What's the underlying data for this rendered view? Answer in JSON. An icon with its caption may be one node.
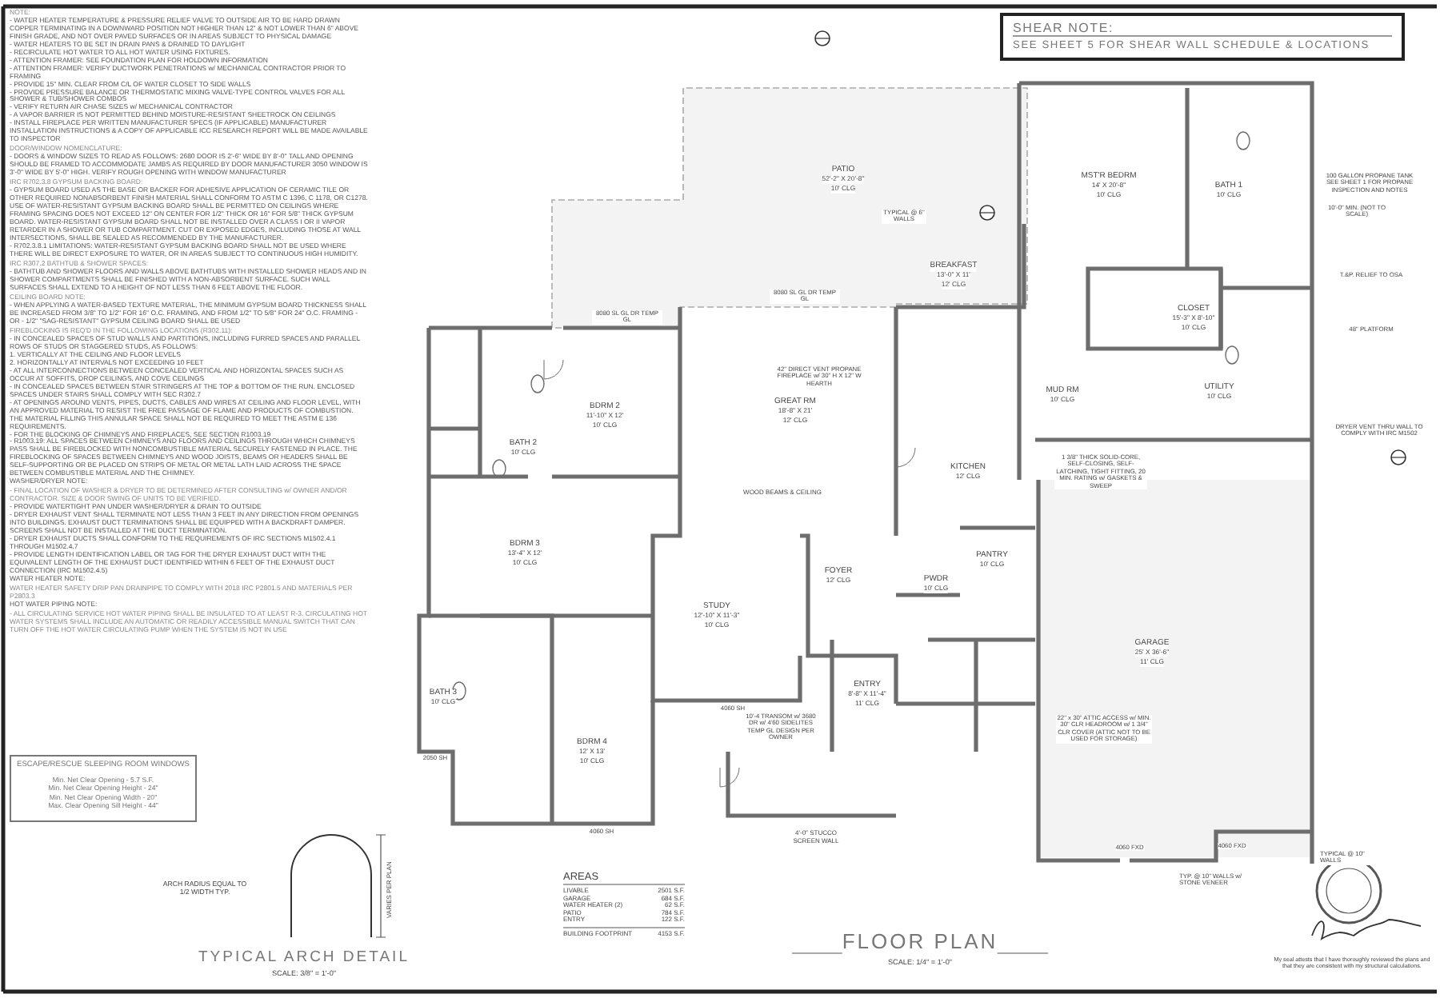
{
  "diagram": {
    "title": "FLOOR PLAN",
    "nodes": [
      {
        "text": [
          "SHEAR NOTE:",
          "SEE SHEET 5 FOR SHEAR WALL SCHEDULE & LOCATIONS"
        ]
      },
      {
        "text": [
          "ESCAPE/RESCUE SLEEPING ROOM WINDOWS",
          "Min. Net Clear Opening - 5.7 S.F.",
          "Min. Net Clear Opening Height - 24\"",
          "Min. Net Clear Opening Width - 20\"",
          "Max. Clear Opening Sill Height - 44\""
        ]
      }
    ],
    "labels": [
      "NOTE:",
      "- WATER HEATER TEMPERATURE & PRESSURE RELIEF VALVE TO OUTSIDE AIR TO BE HARD DRAWN COPPER TERMINATING IN A DOWNWARD POSITION NOT HIGHER THAN 12\" & NOT LOWER THAN 6\" ABOVE FINISH GRADE, AND NOT OVER PAVED SURFACES OR IN AREAS SUBJECT TO PHYSICAL DAMAGE",
      "- WATER HEATERS TO BE SET IN DRAIN PANS & DRAINED TO DAYLIGHT",
      "- RECIRCULATE HOT WATER TO ALL HOT WATER USING FIXTURES.",
      "- ATTENTION FRAMER: SEE FOUNDATION PLAN FOR HOLDOWN INFORMATION",
      "- ATTENTION FRAMER: VERIFY DUCTWORK PENETRATIONS w/ MECHANICAL CONTRACTOR PRIOR TO FRAMING",
      "- PROVIDE 15\" MIN. CLEAR FROM C/L OF WATER CLOSET TO SIDE WALLS",
      "- PROVIDE PRESSURE BALANCE OR THERMOSTATIC MIXING VALVE-TYPE CONTROL VALVES FOR ALL SHOWER & TUB/SHOWER COMBOS",
      "- VERIFY RETURN AIR CHASE SIZES w/ MECHANICAL CONTRACTOR",
      "- A VAPOR BARRIER IS NOT PERMITTED BEHIND MOISTURE-RESISTANT SHEETROCK ON CEILINGS",
      "- INSTALL FIREPLACE PER WRITTEN MANUFACTURER SPECS (IF APPLICABLE) MANUFACTURER INSTALLATION INSTRUCTIONS & A COPY OF APPLICABLE ICC RESEARCH REPORT WILL BE MADE AVAILABLE TO INSPECTOR",
      "DOOR/WINDOW NOMENCLATURE:",
      "- DOORS & WINDOW SIZES TO READ AS FOLLOWS: 2680 DOOR IS 2'-6\" WIDE BY 8'-0\" TALL AND OPENING SHOULD BE FRAMED TO ACCOMMODATE JAMBS AS REQUIRED BY DOOR MANUFACTURER 3050 WINDOW IS 3'-0\" WIDE BY 5'-0\" HIGH. VERIFY ROUGH OPENING WITH WINDOW MANUFACTURER",
      "IRC R702.3.8 GYPSUM BACKING BOARD:",
      "- GYPSUM BOARD USED AS THE BASE OR BACKER FOR ADHESIVE APPLICATION OF CERAMIC TILE OR OTHER REQUIRED NONABSORBENT FINISH MATERIAL SHALL CONFORM TO ASTM C 1396, C 1178, OR C1278. USE OF WATER-RESISTANT GYPSUM BACKING BOARD SHALL BE PERMITTED ON CEILINGS WHERE FRAMING SPACING DOES NOT EXCEED 12\" ON CENTER FOR 1/2\" THICK OR 16\" FOR 5/8\" THICK GYPSUM BOARD. WATER-RESISTANT GYPSUM BOARD SHALL NOT BE INSTALLED OVER A CLASS I OR II VAPOR RETARDER IN A SHOWER OR TUB COMPARTMENT. CUT OR EXPOSED EDGES, INCLUDING THOSE AT WALL INTERSECTIONS, SHALL BE SEALED AS RECOMMENDED BY THE MANUFACTURER.",
      "- R702.3.8.1 LIMITATIONS: WATER-RESISTANT GYPSUM BACKING BOARD SHALL NOT BE USED WHERE THERE WILL BE DIRECT EXPOSURE TO WATER, OR IN AREAS SUBJECT TO CONTINUOUS HIGH HUMIDITY.",
      "IRC R307.2 BATHTUB & SHOWER SPACES:",
      "- BATHTUB AND SHOWER FLOORS AND WALLS ABOVE BATHTUBS WITH INSTALLED SHOWER HEADS AND IN SHOWER COMPARTMENTS SHALL BE FINISHED WITH A NON-ABSORBENT SURFACE. SUCH WALL SURFACES SHALL EXTEND TO A HEIGHT OF NOT LESS THAN 6 FEET ABOVE THE FLOOR.",
      "CEILING BOARD NOTE:",
      "- WHEN APPLYING A WATER-BASED TEXTURE MATERIAL, THE MINIMUM GYPSUM BOARD THICKNESS SHALL BE INCREASED FROM 3/8\" TO 1/2\" FOR 16\" O.C. FRAMING, AND FROM 1/2\" TO 5/8\" FOR 24\" O.C. FRAMING - OR - 1/2\" \"SAG-RESISTANT\" GYPSUM CEILING BOARD SHALL BE USED",
      "FIREBLOCKING IS REQ'D IN THE FOLLOWING LOCATIONS (R302.11):",
      "- IN CONCEALED SPACES OF STUD WALLS AND PARTITIONS, INCLUDING FURRED SPACES AND PARALLEL ROWS OF STUDS OR STAGGERED STUDS, AS FOLLOWS:",
      "1. VERTICALLY AT THE CEILING AND FLOOR LEVELS",
      "2. HORIZONTALLY AT INTERVALS NOT EXCEEDING 10 FEET",
      "- AT ALL INTERCONNECTIONS BETWEEN CONCEALED VERTICAL AND HORIZONTAL SPACES SUCH AS OCCUR AT SOFFITS, DROP CEILINGS, AND COVE CEILINGS",
      "- IN CONCEALED SPACES BETWEEN STAIR STRINGERS AT THE TOP & BOTTOM OF THE RUN. ENCLOSED SPACES UNDER STAIRS SHALL COMPLY WITH SEC R302.7",
      "- AT OPENINGS AROUND VENTS, PIPES, DUCTS, CABLES AND WIRES AT CEILING AND FLOOR LEVEL, WITH AN APPROVED MATERIAL TO RESIST THE FREE PASSAGE OF FLAME AND PRODUCTS OF COMBUSTION. THE MATERIAL FILLING THIS ANNULAR SPACE SHALL NOT BE REQUIRED TO MEET THE ASTM E 136 REQUIREMENTS.",
      "- FOR THE BLOCKING OF CHIMNEYS AND FIREPLACES, SEE SECTION R1003.19",
      "- R1003.19: ALL SPACES BETWEEN CHIMNEYS AND FLOORS AND CEILINGS THROUGH WHICH CHIMNEYS PASS SHALL BE FIREBLOCKED WITH NONCOMBUSTIBLE MATERIAL SECURELY FASTENED IN PLACE. THE FIREBLOCKING OF SPACES BETWEEN CHIMNEYS AND WOOD JOISTS, BEAMS OR HEADERS SHALL BE SELF-SUPPORTING OR BE PLACED ON STRIPS OF METAL OR METAL LATH LAID ACROSS THE SPACE BETWEEN COMBUSTIBLE MATERIAL AND THE CHIMNEY.",
      "WASHER/DRYER NOTE:",
      "- FINAL LOCATION OF WASHER & DRYER TO BE DETERMINED AFTER CONSULTING w/ OWNER AND/OR CONTRACTOR. SIZE & DOOR SWING OF UNITS TO BE VERIFIED.",
      "- PROVIDE WATERTIGHT PAN UNDER WASHER/DRYER & DRAIN TO OUTSIDE",
      "- DRYER EXHAUST VENT SHALL TERMINATE NOT LESS THAN 3 FEET IN ANY DIRECTION FROM OPENINGS INTO BUILDINGS. EXHAUST DUCT TERMINATIONS SHALL BE EQUIPPED WITH A BACKDRAFT DAMPER. SCREENS SHALL NOT BE INSTALLED AT THE DUCT TERMINATION.",
      "- DRYER EXHAUST DUCTS SHALL CONFORM TO THE REQUIREMENTS OF IRC SECTIONS M1502.4.1 THROUGH M1502.4.7",
      "- PROVIDE LENGTH IDENTIFICATION LABEL OR TAG FOR THE DRYER EXHAUST DUCT WITH THE EQUIVALENT LENGTH OF THE EXHAUST DUCT IDENTIFIED WITHIN 6 FEET OF THE EXHAUST DUCT CONNECTION (IRC M1502.4.5)",
      "WATER HEATER NOTE:",
      "WATER HEATER SAFETY DRIP PAN DRAINPIPE TO COMPLY WITH 2018 IRC P2801.5 AND MATERIALS PER P2803.3",
      "HOT WATER PIPING NOTE:",
      "- ALL CIRCULATING SERVICE HOT WATER PIPING SHALL BE INSULATED TO AT LEAST R-3. CIRCULATING HOT WATER SYSTEMS SHALL INCLUDE AN AUTOMATIC OR READILY ACCESSIBLE MANUAL SWITCH THAT CAN TURN OFF THE HOT WATER CIRCULATING PUMP WHEN THE SYSTEM IS NOT IN USE",
      "ARCH RADIUS EQUAL TO 1/2 WIDTH TYP.",
      "VARIES PER PLAN",
      "TYPICAL ARCH DETAIL",
      "SCALE: 3/8\" = 1'-0\"",
      "PATIO",
      "52'-2\" X 20'-8\"",
      "10' CLG",
      "BDRM 2",
      "11'-10\" X 12'",
      "10' CLG",
      "BATH 2",
      "10' CLG",
      "GREAT RM",
      "18'-8\" X 21'",
      "12' CLG",
      "BREAKFAST",
      "13'-0\" X 11'",
      "12' CLG",
      "MST'R BEDRM",
      "14' X 20'-8\"",
      "10' CLG",
      "BATH 1",
      "10' CLG",
      "CLOSET",
      "15'-3\" X 8'-10\"",
      "10' CLG",
      "MUD RM",
      "10' CLG",
      "UTILITY",
      "10' CLG",
      "KITCHEN",
      "12' CLG",
      "BDRM 3",
      "13'-4\" X 12'",
      "10' CLG",
      "BATH 3",
      "10' CLG",
      "BDRM 4",
      "12' X 13'",
      "10' CLG",
      "STUDY",
      "12'-10\" X 11'-3\"",
      "10' CLG",
      "FOYER",
      "12' CLG",
      "ENTRY",
      "8'-8\" X 11'-4\"",
      "11' CLG",
      "PWDR",
      "10' CLG",
      "PANTRY",
      "10' CLG",
      "GARAGE",
      "25' X 36'-6\"",
      "11' CLG",
      "AREAS",
      "LIVABLE",
      "2501 S.F.",
      "GARAGE",
      "684 S.F.",
      "WATER HEATER (2)",
      "62 S.F.",
      "PATIO",
      "784 S.F.",
      "ENTRY",
      "122 S.F.",
      "BUILDING FOOTPRINT",
      "4153 S.F.",
      "SCALE: 1/4\" = 1'-0\"",
      "WOOD BEAMS & CEILING",
      "4'-0\" STUCCO SCREEN WALL",
      "1 3/8\" THICK SOLID-CORE, SELF-CLOSING, SELF-LATCHING, TIGHT FITTING, 20 MIN. RATING w/ GASKETS & SWEEP",
      "22\" x 30\" ATTIC ACCESS w/ MIN. 30\" CLR HEADROOM w/ 1 3/4\" CLR COVER (ATTIC NOT TO BE USED FOR STORAGE)",
      "DRYER VENT THRU WALL TO COMPLY WITH IRC M1502",
      "48\" PLATFORM",
      "T.&P. RELIEF TO OSA",
      "100 GALLON PROPANE TANK SEE SHEET 1 FOR PROPANE INSPECTION AND NOTES",
      "10'-0\" MIN. (NOT TO SCALE)",
      "42\" DIRECT VENT PROPANE FIREPLACE w/ 30\" H X 12\" W HEARTH",
      "TYPICAL @ 10\" WALLS",
      "TYP. @ 10\" WALLS w/ STONE VENEER",
      "4060 FXD",
      "4060 FXD",
      "8080 SL GL DR TEMP GL",
      "8080 SL GL DR TEMP GL",
      "4060 SH",
      "4060 SH",
      "2050 SH",
      "TYPICAL @ 6\" WALLS",
      "10'-4 TRANSOM w/ 3680 DR w/ 4'60 SIDELITES TEMP GL DESIGN PER OWNER",
      "My seal attests that I have thoroughly reviewed the plans and that they are consistent with my structural calculations."
    ]
  }
}
